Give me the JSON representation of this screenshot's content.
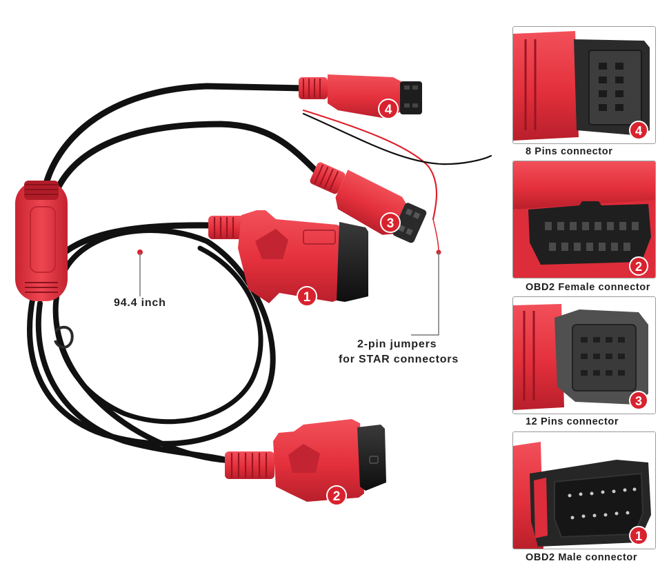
{
  "colors": {
    "connector_red": "#e8323f",
    "connector_red_dark": "#b41d2a",
    "cable_black": "#111111",
    "shell_black": "#1c1c1c",
    "badge_red": "#d8232f",
    "wire_red": "#e0202a"
  },
  "callouts": {
    "length_label": "94.4 inch",
    "jumper_label_line1": "2-pin jumpers",
    "jumper_label_line2": "for STAR connectors"
  },
  "main_badges": [
    "1",
    "2",
    "3",
    "4"
  ],
  "panels": [
    {
      "badge": "4",
      "caption": "8 Pins connector",
      "connector": "8-pin"
    },
    {
      "badge": "2",
      "caption": "OBD2 Female connector",
      "connector": "obd2-female"
    },
    {
      "badge": "3",
      "caption": "12 Pins connector",
      "connector": "12-pin"
    },
    {
      "badge": "1",
      "caption": "OBD2 Male connector",
      "connector": "obd2-male"
    }
  ]
}
